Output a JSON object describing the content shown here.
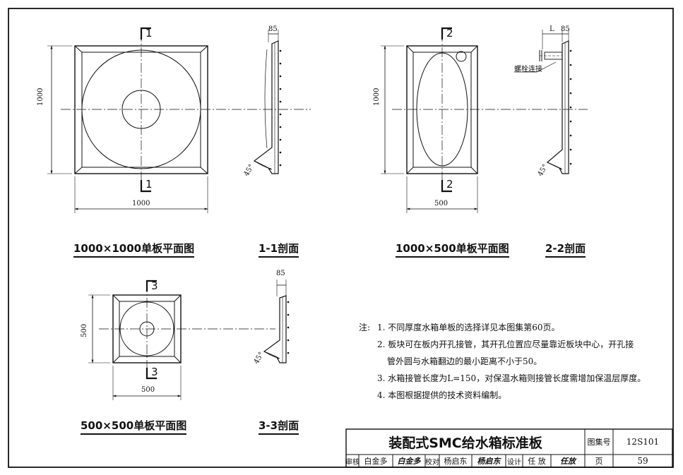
{
  "views": {
    "v1": {
      "section_top": "1",
      "section_bottom": "1",
      "dim_h": "1000",
      "dim_v": "1000",
      "caption": "1000×1000单板平面图"
    },
    "v2": {
      "section_top": "2",
      "section_bottom": "2",
      "dim_h": "500",
      "dim_v": "1000",
      "caption": "1000×500单板平面图"
    },
    "v3": {
      "section_top": "3",
      "section_bottom": "3",
      "dim_h": "500",
      "dim_v": "500",
      "caption": "500×500单板平面图"
    }
  },
  "sections": {
    "s1": {
      "dim_flange": "85",
      "angle": "45°",
      "caption": "1-1剖面"
    },
    "s2": {
      "dim_flange": "85",
      "dim_pipe": "L",
      "angle": "45°",
      "bolt_label": "螺栓连接",
      "caption": "2-2剖面"
    },
    "s3": {
      "dim_flange": "85",
      "angle": "45°",
      "caption": "3-3剖面"
    }
  },
  "notes": {
    "prefix": "注:",
    "items": [
      "1. 不同厚度水箱单板的选择详见本图集第60页。",
      "2. 板块可在板内开孔接管，其开孔位置应尽量靠近板块中心，开孔接",
      "管外圆与水箱翻边的最小距离不小于50。",
      "3. 水箱接管长度为L=150，对保温水箱则接管长度需增加保温层厚度。",
      "4. 本图根据提供的技术资料编制。"
    ]
  },
  "title_block": {
    "title": "装配式SMC给水箱标准板",
    "atlas_label": "图集号",
    "atlas_no": "12S101",
    "page_label": "页",
    "page_no": "59",
    "review_label": "审核",
    "reviewer": "白金多",
    "review_sign": "白金多",
    "check_label": "校对",
    "checker": "杨启东",
    "check_sign": "杨启东",
    "design_label": "设计",
    "designer": "任 放",
    "design_sign": "任放"
  }
}
